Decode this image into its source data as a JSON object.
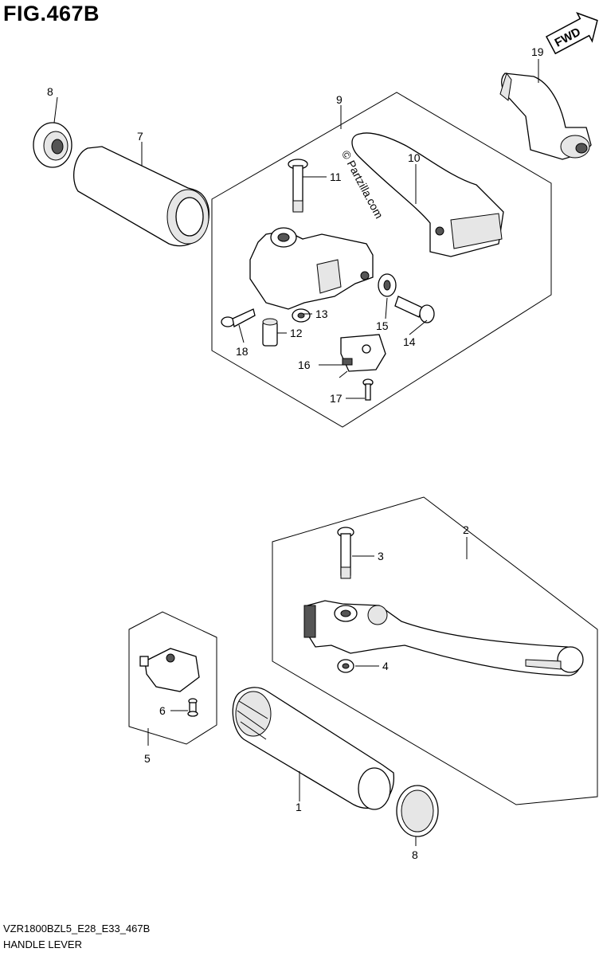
{
  "figure": {
    "title": "FIG.467B",
    "model_code": "VZR1800BZL5_E28_E33_467B",
    "section_name": "HANDLE LEVER",
    "watermark": "© Partzilla.com",
    "direction_tag": "FWD"
  },
  "callouts": [
    {
      "id": "p1",
      "label": "1"
    },
    {
      "id": "p2",
      "label": "2"
    },
    {
      "id": "p3",
      "label": "3"
    },
    {
      "id": "p4",
      "label": "4"
    },
    {
      "id": "p5",
      "label": "5"
    },
    {
      "id": "p6",
      "label": "6"
    },
    {
      "id": "p7",
      "label": "7"
    },
    {
      "id": "p8a",
      "label": "8"
    },
    {
      "id": "p8b",
      "label": "8"
    },
    {
      "id": "p9",
      "label": "9"
    },
    {
      "id": "p10",
      "label": "10"
    },
    {
      "id": "p11",
      "label": "11"
    },
    {
      "id": "p12",
      "label": "12"
    },
    {
      "id": "p13",
      "label": "13"
    },
    {
      "id": "p14",
      "label": "14"
    },
    {
      "id": "p15",
      "label": "15"
    },
    {
      "id": "p16",
      "label": "16"
    },
    {
      "id": "p17",
      "label": "17"
    },
    {
      "id": "p18",
      "label": "18"
    },
    {
      "id": "p19",
      "label": "19"
    }
  ]
}
